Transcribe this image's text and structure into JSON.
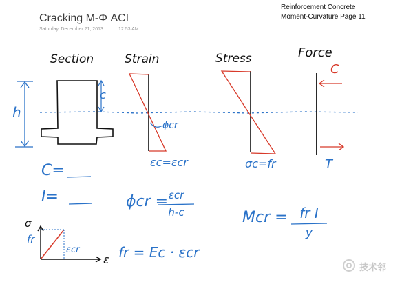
{
  "header": {
    "title": "Cracking M-Φ ACI",
    "date": "Saturday, December 21, 2013",
    "time": "12:53 AM"
  },
  "page_header": {
    "line1": "Reinforcement Concrete",
    "line2": "Moment-Curvature   Page 11"
  },
  "labels": {
    "section": "Section",
    "strain": "Strain",
    "stress": "Stress",
    "force": "Force",
    "c_dim": "c",
    "h_dim": "h",
    "phi_cr": "ϕcr",
    "force_c": "C",
    "force_t": "T",
    "strain_bottom": "εc=εcr",
    "stress_bottom": "σc=fr",
    "graph_sigma": "σ",
    "graph_fr": "fr",
    "graph_ecr": "εcr",
    "graph_eps": "ε"
  },
  "equations": {
    "c_eq": "C=",
    "i_eq": "I=",
    "phi_lhs": "ϕcr =",
    "phi_num": "εcr",
    "phi_den": "h-c",
    "mcr_lhs": "Mcr =",
    "mcr_num": "fr I",
    "mcr_den": "y",
    "fr_eq": "fr = Ec · εcr"
  },
  "watermark": "技术邻",
  "colors": {
    "ink": "#111111",
    "blue": "#2a72c8",
    "red": "#d83a2a",
    "gray": "#9a9a9a"
  }
}
